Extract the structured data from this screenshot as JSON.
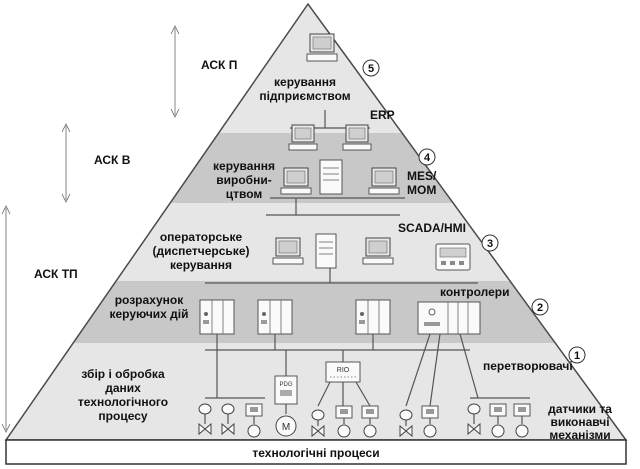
{
  "left_labels": {
    "ask_p": "АСК П",
    "ask_v": "АСК В",
    "ask_tp": "АСК ТП"
  },
  "levels": [
    {
      "number": "5",
      "label_lines": [
        "керування",
        "підприємством"
      ],
      "right_label_lines": [
        "ERP"
      ]
    },
    {
      "number": "4",
      "label_lines": [
        "керування",
        "виробни-",
        "цтвом"
      ],
      "right_label_lines": [
        "MES/",
        "MOM"
      ]
    },
    {
      "number": "3",
      "label_lines": [
        "операторське",
        "(диспетчерське)",
        "керування"
      ],
      "right_label_lines": [
        "SCADA/HMI"
      ]
    },
    {
      "number": "2",
      "label_lines": [
        "розрахунок",
        "керуючих дій"
      ],
      "right_label_lines": [
        "контролери"
      ]
    },
    {
      "number": "1",
      "label_lines": [
        "збір і обробка",
        "даних",
        "технологічного",
        "процесу"
      ],
      "right_label_lines": [
        "перетворювачі"
      ]
    }
  ],
  "bottom_right_label_lines": [
    "датчики та",
    "виконавчі",
    "механізми"
  ],
  "base_label": "технологічні процеси",
  "device_labels": {
    "rio": "RIO",
    "pdg": "PDG",
    "motor": "M"
  },
  "colors": {
    "band_dark": "#c8c8c8",
    "band_light": "#e6e6e6",
    "outline": "#4a4a4a"
  }
}
